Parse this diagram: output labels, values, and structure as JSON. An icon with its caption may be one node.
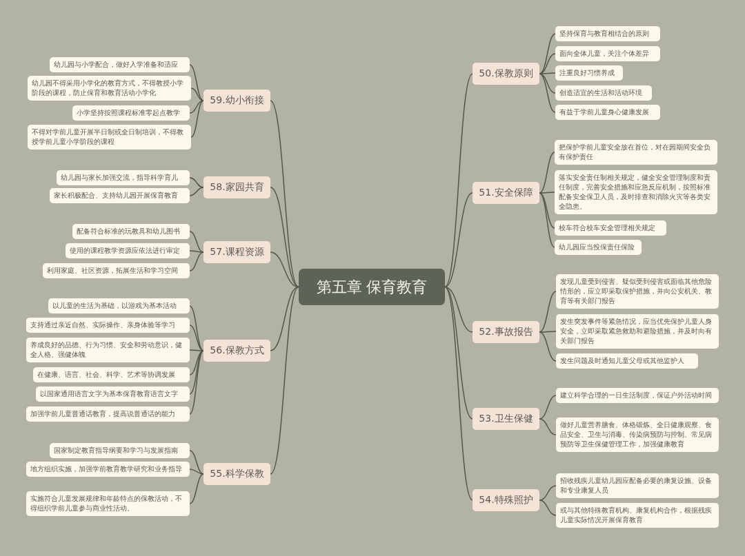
{
  "diagram": {
    "nodes": [
      {
        "text": [
          "第五章 保育教育"
        ]
      },
      {
        "text": [
          "50.保教原则"
        ]
      },
      {
        "text": [
          "坚持保育与教育相结合的原则"
        ]
      },
      {
        "text": [
          "面向全体儿童，关注个体差异"
        ]
      },
      {
        "text": [
          "注重良好习惯养成"
        ]
      },
      {
        "text": [
          "创造适宜的生活和活动环境"
        ]
      },
      {
        "text": [
          "有益于学前儿童身心健康发展"
        ]
      },
      {
        "text": [
          "51.安全保障"
        ]
      },
      {
        "text": [
          "把保护学前儿童安全放在首位，对在园期间安全负有保护责任"
        ]
      },
      {
        "text": [
          "落实安全责任制相关规定，健全安全管理制度和责任制度，完善安全措施和应急反应机制，按照标准配备安全保卫人员，及时排查和消除火灾等各类安全隐患。"
        ]
      },
      {
        "text": [
          "校车符合校车安全管理相关规定"
        ]
      },
      {
        "text": [
          "幼儿园应当投保责任保险"
        ]
      },
      {
        "text": [
          "52.事故报告"
        ]
      },
      {
        "text": [
          "发现儿童受到侵害、疑似受到侵害或面临其他危险情形的，应立即采取保护措施，并向公安机关、教育等有关部门报告"
        ]
      },
      {
        "text": [
          "发生突发事件等紧急情况，应当优先保护儿童人身安全，立即采取紧急救助和避险措施，并及时向有关部门报告"
        ]
      },
      {
        "text": [
          "发生问题及时通知儿童父母或其他监护人"
        ]
      },
      {
        "text": [
          "53.卫生保健"
        ]
      },
      {
        "text": [
          "建立科学合理的一日生活制度，保证户外活动时间"
        ]
      },
      {
        "text": [
          "做好儿童营养膳食、体格锻炼、全日健康观察、食品安全、卫生与消毒、传染病预防与控制、常见病预防等卫生保健管理工作，加强健康教育"
        ]
      },
      {
        "text": [
          "54.特殊照护"
        ]
      },
      {
        "text": [
          "招收残疾儿童幼儿园应配备必要的康复设施、设备和专业康复人员"
        ]
      },
      {
        "text": [
          "或与其他特殊教育机构、康复机构合作，根据残疾儿童实际情况开展保育教育"
        ]
      },
      {
        "text": [
          "55.科学保教"
        ]
      },
      {
        "text": [
          "国家制定教育指导纲要和学习与发展指南"
        ]
      },
      {
        "text": [
          "地方组织实施，加强学前教育教学研究和业务指导"
        ]
      },
      {
        "text": [
          "实施符合儿童发展规律和年龄特点的保教活动，不得组织学前儿童参与商业性活动。"
        ]
      },
      {
        "text": [
          "56.保教方式"
        ]
      },
      {
        "text": [
          "以儿童的生活为基础，以游戏为基本活动"
        ]
      },
      {
        "text": [
          "支持通过亲近自然、实际操作、亲身体验等学习"
        ]
      },
      {
        "text": [
          "养成良好的品德、行为习惯、安全和劳动意识，健全人格、强健体魄"
        ]
      },
      {
        "text": [
          "在健康、语言、社会、科学、艺术等协调发展"
        ]
      },
      {
        "text": [
          "以国家通用语言文字为基本保育教育语言文字"
        ]
      },
      {
        "text": [
          "加强学前儿童普通话教育，提高说普通话的能力"
        ]
      },
      {
        "text": [
          "57.课程资源"
        ]
      },
      {
        "text": [
          "配备符合标准的玩教具和幼儿图书"
        ]
      },
      {
        "text": [
          "使用的课程教学资源应依法进行审定"
        ]
      },
      {
        "text": [
          "利用家庭、社区资源，拓展生活和学习空间"
        ]
      },
      {
        "text": [
          "58.家园共育"
        ]
      },
      {
        "text": [
          "幼儿园与家长加强交流，指导科学育儿"
        ]
      },
      {
        "text": [
          "家长积极配合、支持幼儿园开展保育教育"
        ]
      },
      {
        "text": [
          "59.幼小衔接"
        ]
      },
      {
        "text": [
          "幼儿园与小学配合，做好入学准备和适应"
        ]
      },
      {
        "text": [
          "幼儿园不得采用小学化的教育方式，不得教授小学阶段的课程，防止保育和教育活动小学化"
        ]
      },
      {
        "text": [
          "小学坚持按照课程标准零起点教学"
        ]
      },
      {
        "text": [
          "不得对学前儿童开展半日制或全日制培训，不得教授学前儿童小学阶段的课程"
        ]
      }
    ],
    "edges": [
      {
        "from": 0,
        "to": 1,
        "arrow": "none"
      },
      {
        "from": 1,
        "to": 2,
        "arrow": "none"
      },
      {
        "from": 1,
        "to": 3,
        "arrow": "none"
      },
      {
        "from": 1,
        "to": 4,
        "arrow": "none"
      },
      {
        "from": 1,
        "to": 5,
        "arrow": "none"
      },
      {
        "from": 1,
        "to": 6,
        "arrow": "none"
      },
      {
        "from": 0,
        "to": 7,
        "arrow": "none"
      },
      {
        "from": 7,
        "to": 8,
        "arrow": "none"
      },
      {
        "from": 7,
        "to": 9,
        "arrow": "none"
      },
      {
        "from": 7,
        "to": 10,
        "arrow": "none"
      },
      {
        "from": 7,
        "to": 11,
        "arrow": "none"
      },
      {
        "from": 0,
        "to": 12,
        "arrow": "none"
      },
      {
        "from": 12,
        "to": 13,
        "arrow": "none"
      },
      {
        "from": 12,
        "to": 14,
        "arrow": "none"
      },
      {
        "from": 12,
        "to": 15,
        "arrow": "none"
      },
      {
        "from": 0,
        "to": 16,
        "arrow": "none"
      },
      {
        "from": 16,
        "to": 17,
        "arrow": "none"
      },
      {
        "from": 16,
        "to": 18,
        "arrow": "none"
      },
      {
        "from": 0,
        "to": 19,
        "arrow": "none"
      },
      {
        "from": 19,
        "to": 20,
        "arrow": "none"
      },
      {
        "from": 19,
        "to": 21,
        "arrow": "none"
      },
      {
        "from": 0,
        "to": 22,
        "arrow": "none"
      },
      {
        "from": 22,
        "to": 23,
        "arrow": "none"
      },
      {
        "from": 22,
        "to": 24,
        "arrow": "none"
      },
      {
        "from": 22,
        "to": 25,
        "arrow": "none"
      },
      {
        "from": 0,
        "to": 26,
        "arrow": "none"
      },
      {
        "from": 26,
        "to": 27,
        "arrow": "none"
      },
      {
        "from": 26,
        "to": 28,
        "arrow": "none"
      },
      {
        "from": 26,
        "to": 29,
        "arrow": "none"
      },
      {
        "from": 26,
        "to": 30,
        "arrow": "none"
      },
      {
        "from": 26,
        "to": 31,
        "arrow": "none"
      },
      {
        "from": 26,
        "to": 32,
        "arrow": "none"
      },
      {
        "from": 0,
        "to": 33,
        "arrow": "none"
      },
      {
        "from": 33,
        "to": 34,
        "arrow": "none"
      },
      {
        "from": 33,
        "to": 35,
        "arrow": "none"
      },
      {
        "from": 33,
        "to": 36,
        "arrow": "none"
      },
      {
        "from": 0,
        "to": 37,
        "arrow": "none"
      },
      {
        "from": 37,
        "to": 38,
        "arrow": "none"
      },
      {
        "from": 37,
        "to": 39,
        "arrow": "none"
      },
      {
        "from": 0,
        "to": 40,
        "arrow": "none"
      },
      {
        "from": 40,
        "to": 41,
        "arrow": "none"
      },
      {
        "from": 40,
        "to": 42,
        "arrow": "none"
      },
      {
        "from": 40,
        "to": 43,
        "arrow": "none"
      },
      {
        "from": 40,
        "to": 44,
        "arrow": "none"
      }
    ]
  }
}
